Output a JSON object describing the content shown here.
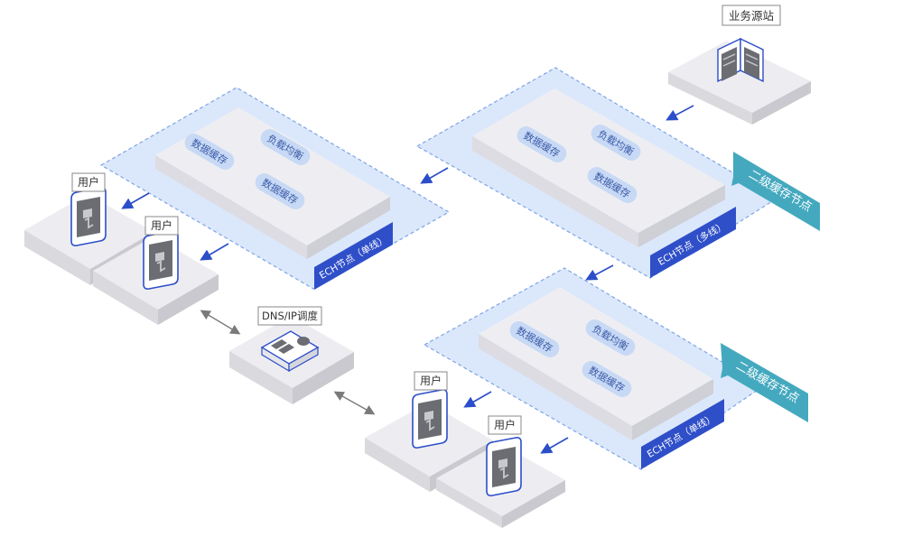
{
  "origin_label": "业务源站",
  "nodes": {
    "top_left": {
      "caption": "ECH节点（单线）",
      "pills": [
        "数据缓存",
        "负载均衡",
        "数据缓存"
      ]
    },
    "top_right": {
      "caption": "ECH节点（多线）",
      "pills": [
        "数据缓存",
        "负载均衡",
        "数据缓存"
      ],
      "tier_label": "二级缓存节点"
    },
    "bottom_right": {
      "caption": "ECH节点（单线）",
      "pills": [
        "数据缓存",
        "负载均衡",
        "数据缓存"
      ],
      "tier_label": "二级缓存节点"
    }
  },
  "users": [
    "用户",
    "用户",
    "用户",
    "用户"
  ],
  "dns_label": "DNS/IP调度",
  "colors": {
    "zone_fill": "#dbe8fb",
    "zone_stroke": "#7ea4e6",
    "slab_top": "#eeeef2",
    "pill": "#c7d9f5",
    "caption_bg": "#2f4fc9",
    "tier_bg": "#44a9bf",
    "arrow": "#2c4ec9"
  }
}
